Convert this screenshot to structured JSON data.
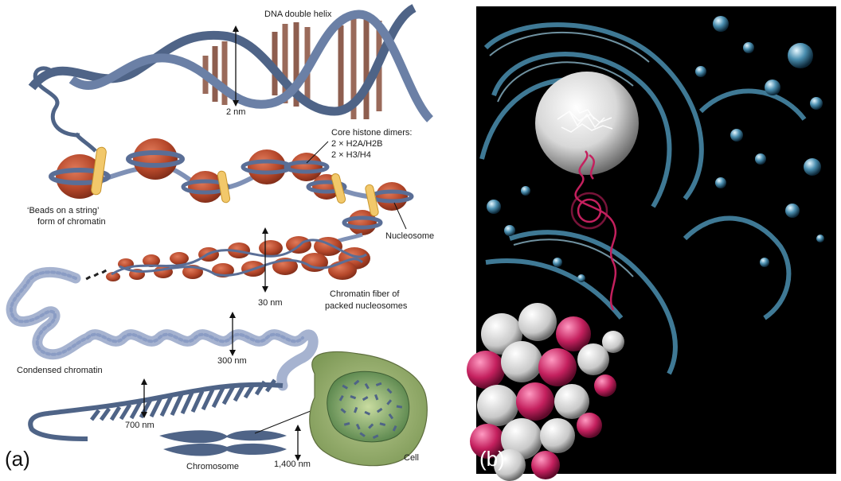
{
  "panel_a": {
    "letter": "(a)",
    "dna_title": "DNA double helix",
    "dna_width": "2 nm",
    "histone_title": "Core histone dimers:",
    "histone_line1": "2 × H2A/H2B",
    "histone_line2": "2 × H3/H4",
    "beads_line1": "‘Beads on a string’",
    "beads_line2": "form of chromatin",
    "nucleosome": "Nucleosome",
    "fiber_width": "30 nm",
    "fiber_line1": "Chromatin fiber of",
    "fiber_line2": "packed nucleosomes",
    "condensed": "Condensed chromatin",
    "condensed_width": "300  nm",
    "coil_width": "700  nm",
    "chromosome": "Chromosome",
    "chromosome_width": "1,400  nm",
    "cell": "Cell"
  },
  "panel_b": {
    "letter": "(b)"
  },
  "colors": {
    "dna_blue": "#4f6487",
    "base_brown": "#8e5e4f",
    "histone_red": "#b5472a",
    "linker_yellow": "#f2c86a",
    "chromatin_blue": "#8a9cc4",
    "cell_green": "#92a96a",
    "nucleus_green": "#4e7d44"
  }
}
